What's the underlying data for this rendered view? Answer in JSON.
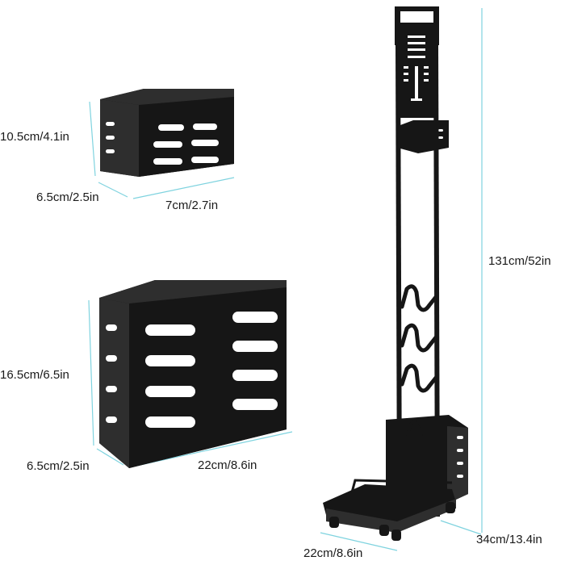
{
  "colors": {
    "product": "#161616",
    "product_edge": "#2e2e2e",
    "dimension_line": "#7fd3df",
    "background": "#ffffff",
    "label": "#1a1a1a"
  },
  "small_box": {
    "height_label": "10.5cm/4.1in",
    "depth_label": "6.5cm/2.5in",
    "width_label": "7cm/2.7in"
  },
  "large_box": {
    "height_label": "16.5cm/6.5in",
    "depth_label": "6.5cm/2.5in",
    "width_label": "22cm/8.6in"
  },
  "stand": {
    "height_label": "131cm/52in",
    "depth_label": "34cm/13.4in",
    "width_label": "22cm/8.6in"
  }
}
